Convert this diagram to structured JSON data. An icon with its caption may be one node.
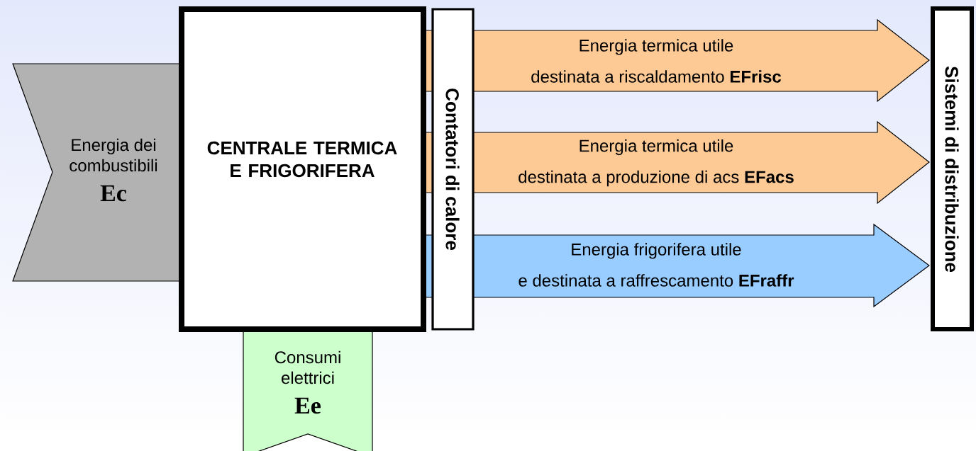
{
  "diagram": {
    "nodes": [
      {
        "text": [
          "Energia dei combustibili",
          "Ec"
        ]
      },
      {
        "text": [
          "CENTRALE TERMICA E FRIGORIFERA"
        ]
      },
      {
        "text": [
          "Consumi elettrici",
          "Ee"
        ]
      },
      {
        "text": [
          "Contatori di calore"
        ]
      },
      {
        "text": [
          "Energia termica utile",
          "destinata a riscaldamento **EFrisc**"
        ]
      },
      {
        "text": [
          "Energia termica utile",
          "destinata a produzione di acs **EFacs**"
        ]
      },
      {
        "text": [
          "Energia frigorifera utile",
          "e destinata a raffrescamento **EFraffr**"
        ]
      },
      {
        "text": [
          "Sistemi di distribuzione"
        ]
      }
    ]
  }
}
